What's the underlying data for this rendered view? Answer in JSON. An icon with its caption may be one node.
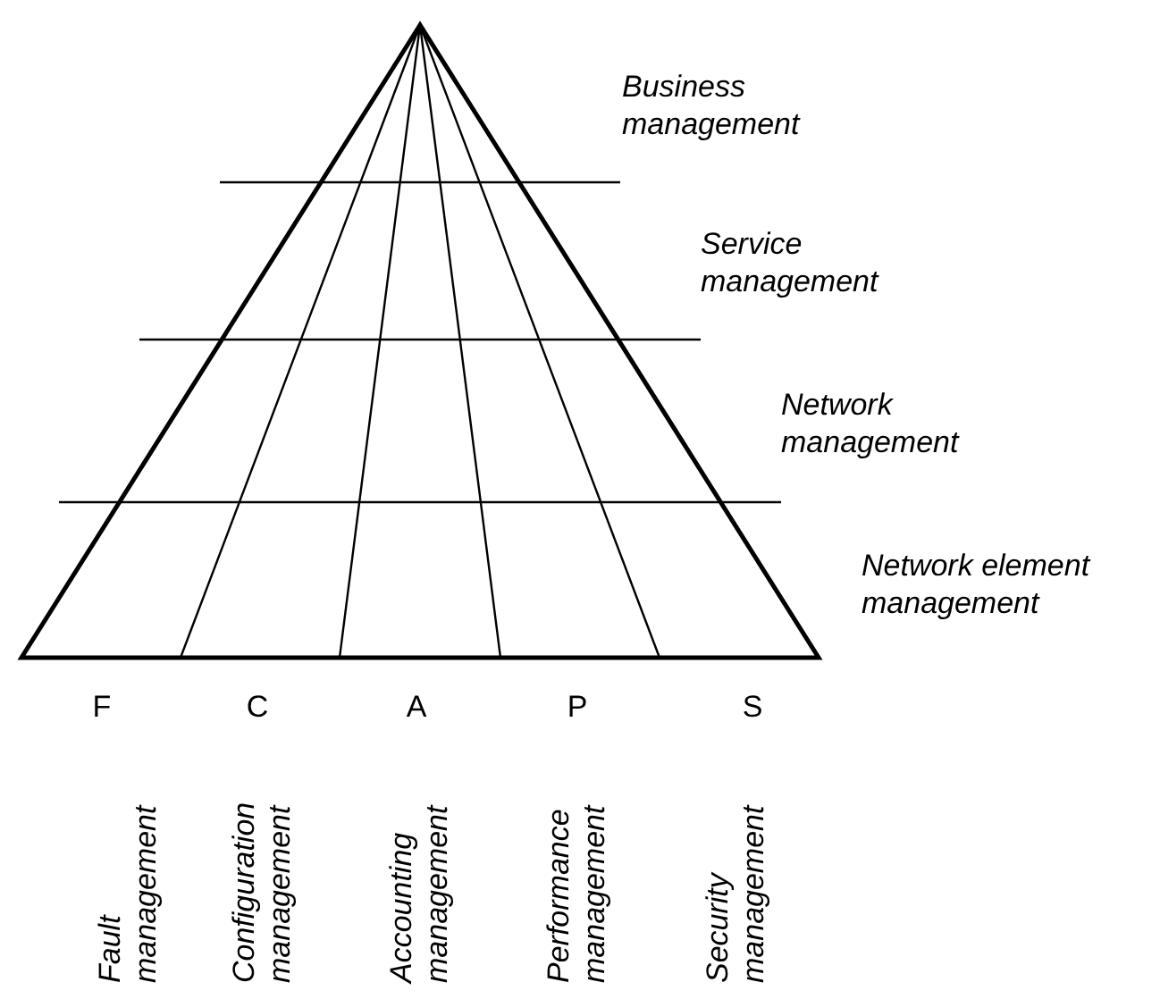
{
  "diagram": {
    "labels": [
      "Business management",
      "Service management",
      "Network management",
      "Network element management",
      "F",
      "C",
      "A",
      "P",
      "S",
      "Fault management",
      "Configuration management",
      "Accounting management",
      "Performance management",
      "Security management"
    ]
  }
}
